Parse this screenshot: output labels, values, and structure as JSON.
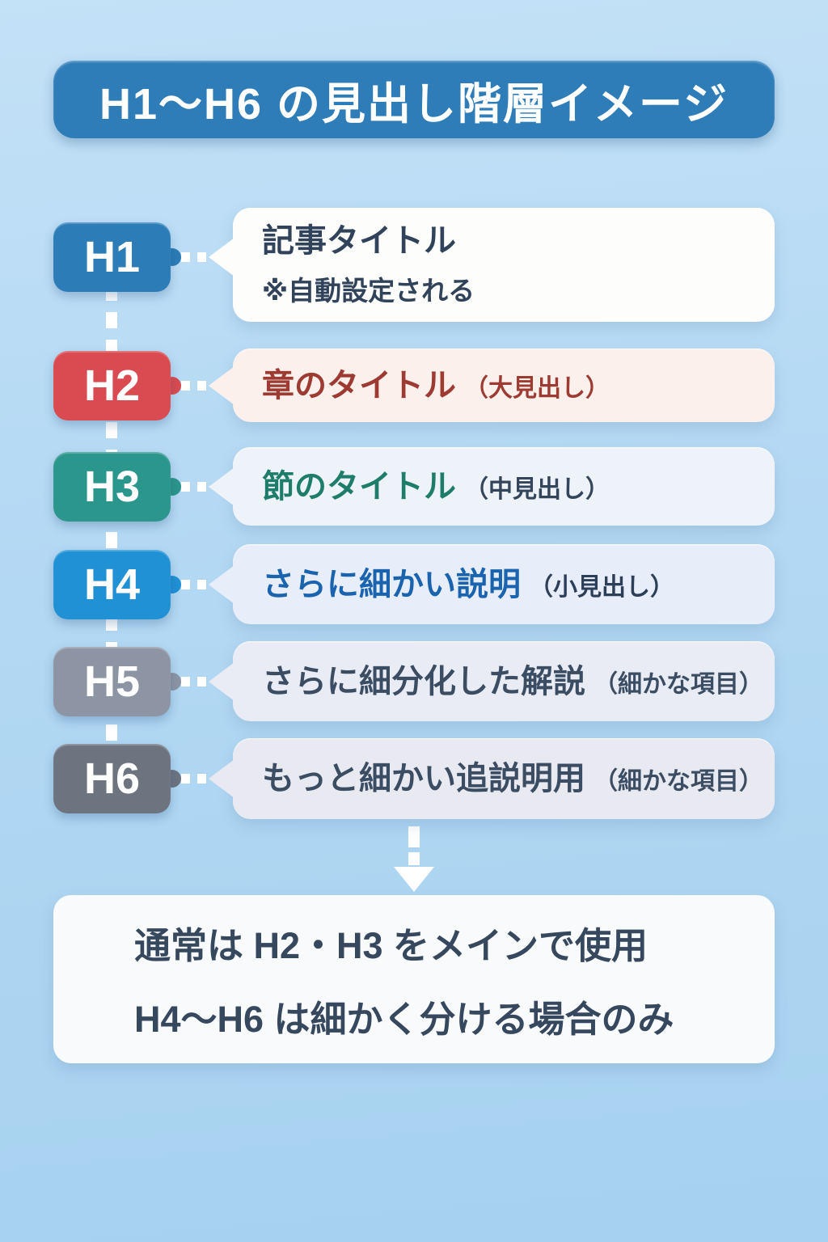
{
  "title": "H1〜H6 の見出し階層イメージ",
  "colors": {
    "background_top": "#c3e1f7",
    "background_bottom": "#a6d2ef",
    "title_bar": "#2e7cb8",
    "title_text": "#ffffff",
    "connector": "#ffffff",
    "summary_bg": "#f9fafc",
    "summary_text": "#36485e"
  },
  "arrow_icon": "down-arrow",
  "rows": [
    {
      "badge": "H1",
      "main": "記事タイトル",
      "sub": "",
      "note": "※自動設定される",
      "badge_color": "#2b7cb7",
      "bubble_color": "#fdfdfb",
      "main_color": "#30435a",
      "sub_color": "#30435a"
    },
    {
      "badge": "H2",
      "main": "章のタイトル",
      "sub": "（大見出し）",
      "note": "",
      "badge_color": "#d94b50",
      "bubble_color": "#fcf0ec",
      "main_color": "#9d3b33",
      "sub_color": "#9d3b33"
    },
    {
      "badge": "H3",
      "main": "節のタイトル",
      "sub": "（中見出し）",
      "note": "",
      "badge_color": "#2b968b",
      "bubble_color": "#eef3fa",
      "main_color": "#1e7c6b",
      "sub_color": "#32455b"
    },
    {
      "badge": "H4",
      "main": "さらに細かい説明",
      "sub": "（小見出し）",
      "note": "",
      "badge_color": "#2191d6",
      "bubble_color": "#e8eef9",
      "main_color": "#1a63ae",
      "sub_color": "#2c3f58"
    },
    {
      "badge": "H5",
      "main": "さらに細分化した解説",
      "sub": "（細かな項目）",
      "note": "",
      "badge_color": "#8d95a4",
      "bubble_color": "#e9ecf4",
      "main_color": "#3b4d63",
      "sub_color": "#3b4d63"
    },
    {
      "badge": "H6",
      "main": "もっと細かい追説明用",
      "sub": "（細かな項目）",
      "note": "",
      "badge_color": "#6d7480",
      "bubble_color": "#e9eaf1",
      "main_color": "#3b4d63",
      "sub_color": "#3b4d63"
    }
  ],
  "summary": {
    "line1": "通常は H2・H3 をメインで使用",
    "line2": "H4〜H6 は細かく分ける場合のみ"
  }
}
